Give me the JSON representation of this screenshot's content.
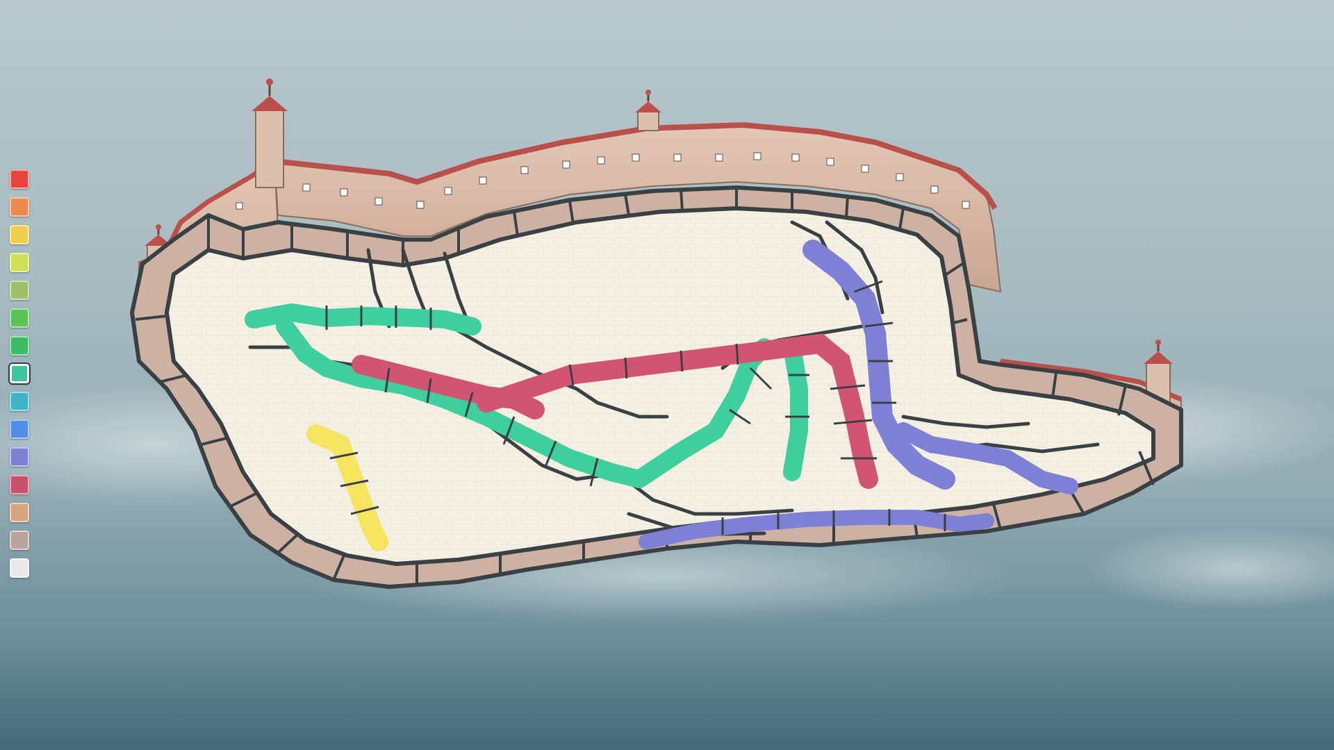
{
  "scene": {
    "kind": "floating castle island with mosaic floor (Townscaper-like)",
    "sky_colors": [
      "#b7c7cc",
      "#93abb3",
      "#466a79"
    ],
    "floor_color": "#f4efe3",
    "wall_color": "#d7b8a7",
    "roof_color": "#b9514a",
    "grout_color": "#3a4145"
  },
  "palette": {
    "selected_index": 7,
    "swatches": [
      {
        "name": "red",
        "color": "#e5453e"
      },
      {
        "name": "orange",
        "color": "#ec8a4e"
      },
      {
        "name": "yellow",
        "color": "#f0cd4f"
      },
      {
        "name": "lime",
        "color": "#cfe056"
      },
      {
        "name": "olive-green",
        "color": "#9fc06a"
      },
      {
        "name": "green",
        "color": "#5cc255"
      },
      {
        "name": "emerald",
        "color": "#3fbd64"
      },
      {
        "name": "mint",
        "color": "#3cc6a0"
      },
      {
        "name": "cyan",
        "color": "#3fb4c8"
      },
      {
        "name": "blue",
        "color": "#4f8de6"
      },
      {
        "name": "periwinkle",
        "color": "#7d7fd6"
      },
      {
        "name": "crimson",
        "color": "#c94f6c"
      },
      {
        "name": "tan",
        "color": "#d5a47e"
      },
      {
        "name": "taupe",
        "color": "#baa49d"
      },
      {
        "name": "white",
        "color": "#e9e9e9"
      }
    ]
  },
  "paths": [
    {
      "name": "mint-path",
      "color": "#3fcf9f"
    },
    {
      "name": "crimson-path",
      "color": "#d25473"
    },
    {
      "name": "periwinkle-path",
      "color": "#7e80d6"
    },
    {
      "name": "yellow-path",
      "color": "#f4e45f"
    }
  ]
}
